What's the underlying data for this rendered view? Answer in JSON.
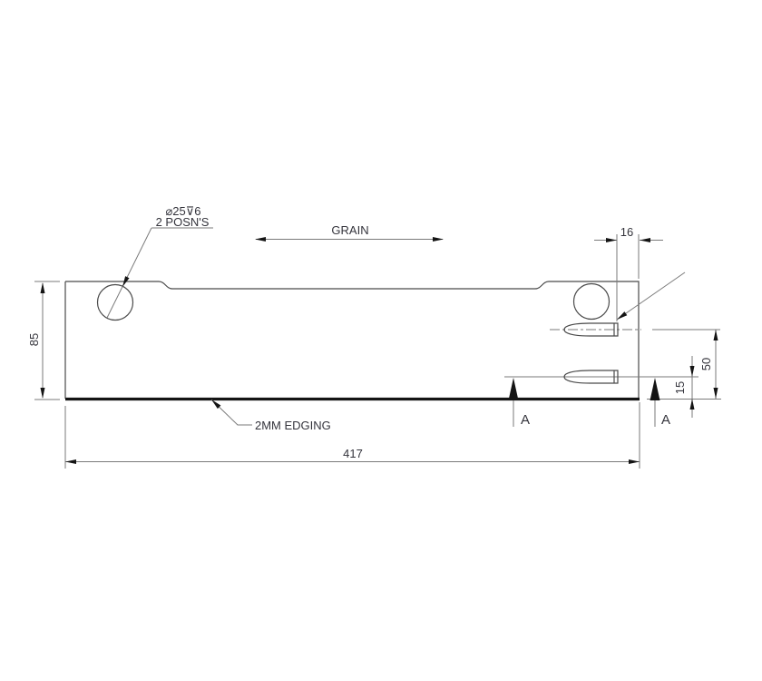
{
  "drawing": {
    "callout": {
      "line1": "⌀25⊽6",
      "line2": "2 POSN'S"
    },
    "grain_label": "GRAIN",
    "edging_label": "2MM EDGING",
    "dims": {
      "overall_width": "417",
      "overall_height": "85",
      "slot_inset": "16",
      "upper_slot_offset": "50",
      "lower_slot_offset": "15"
    },
    "section": {
      "left": "A",
      "right": "A"
    },
    "colors": {
      "background": "#ffffff",
      "outline": "#4a4a4a",
      "dim": "#7a7a7a",
      "arrow": "#141414",
      "text": "#34343c",
      "thick_edge": "#141414"
    }
  }
}
